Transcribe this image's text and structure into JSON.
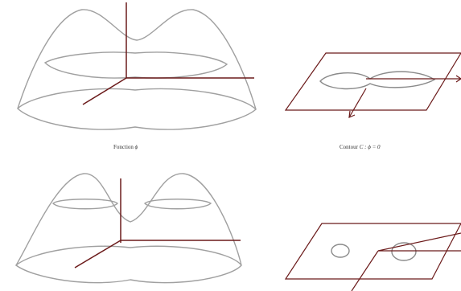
{
  "captions": {
    "function_label": "Fonction",
    "function_symbol": "ϕ",
    "contour_label": "Contour",
    "contour_expr": "C : ϕ = 0"
  },
  "colors": {
    "surface": "#a0a0a0",
    "axis": "#6b1a1a",
    "contour": "#8a8a8a"
  }
}
